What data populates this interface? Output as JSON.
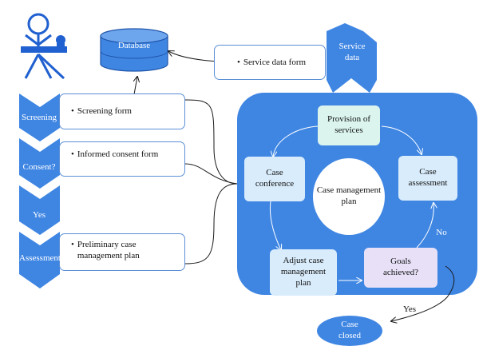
{
  "database": {
    "label": "Database"
  },
  "service_data": {
    "label_line1": "Service",
    "label_line2": "data"
  },
  "forms": {
    "service": "Service data form",
    "screening": "Screening form",
    "consent": "Informed consent form",
    "plan_line1": "Preliminary case",
    "plan_line2": "management plan",
    "bullet": "•"
  },
  "steps": {
    "screening": "Screening",
    "consent": "Consent?",
    "yes": "Yes",
    "assessment": "Assessment"
  },
  "cycle": {
    "provision_line1": "Provision of",
    "provision_line2": "services",
    "assessment_line1": "Case",
    "assessment_line2": "assessment",
    "conference_line1": "Case",
    "conference_line2": "conference",
    "center_line1": "Case management",
    "center_line2": "plan",
    "adjust_line1": "Adjust case",
    "adjust_line2": "management",
    "adjust_line3": "plan",
    "goals_line1": "Goals",
    "goals_line2": "achieved?",
    "no_label": "No",
    "yes_label": "Yes"
  },
  "closed": {
    "line1": "Case",
    "line2": "closed"
  },
  "colors": {
    "primary": "#3f86e3",
    "light_node": "#d9ecfb",
    "mint_node": "#dbf5ee",
    "lavender_node": "#e7e0f7",
    "form_border": "#5b8fd6",
    "figure": "#2060d0"
  }
}
